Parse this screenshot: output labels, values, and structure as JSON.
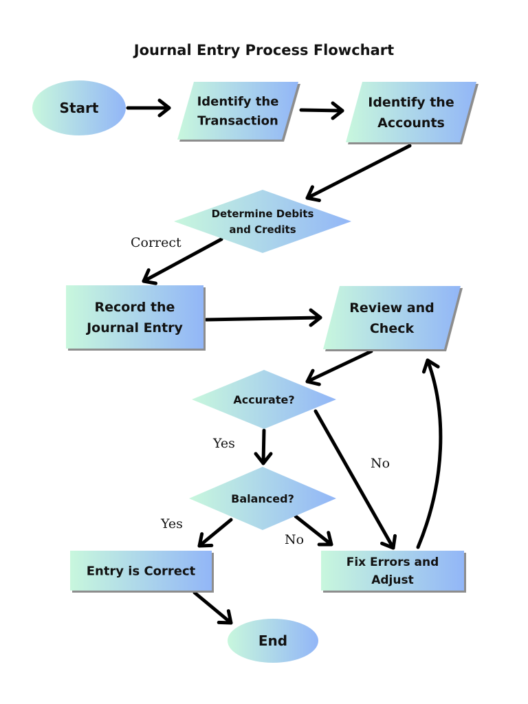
{
  "title": "Journal Entry Process Flowchart",
  "colors": {
    "gradient_start": "#c8f7dd",
    "gradient_end": "#92b6f7",
    "shadow": "#8d8d8d",
    "edge": "#000000"
  },
  "nodes": {
    "start": {
      "shape": "ellipse",
      "lines": [
        "Start"
      ]
    },
    "identify_transaction": {
      "shape": "parallelogram",
      "lines": [
        "Identify the",
        "Transaction"
      ]
    },
    "identify_accounts": {
      "shape": "parallelogram",
      "lines": [
        "Identify the",
        "Accounts"
      ]
    },
    "determine": {
      "shape": "diamond",
      "lines": [
        "Determine Debits",
        "and Credits"
      ]
    },
    "record": {
      "shape": "rectangle",
      "lines": [
        "Record the",
        "Journal Entry"
      ]
    },
    "review": {
      "shape": "parallelogram",
      "lines": [
        "Review and",
        "Check"
      ]
    },
    "accurate": {
      "shape": "diamond",
      "lines": [
        "Accurate?"
      ]
    },
    "balanced": {
      "shape": "diamond",
      "lines": [
        "Balanced?"
      ]
    },
    "entry_correct": {
      "shape": "rectangle",
      "lines": [
        "Entry is Correct"
      ]
    },
    "fix_errors": {
      "shape": "rectangle",
      "lines": [
        "Fix Errors and",
        "Adjust"
      ]
    },
    "end": {
      "shape": "ellipse",
      "lines": [
        "End"
      ]
    }
  },
  "edges": [
    {
      "from": "start",
      "to": "identify_transaction",
      "label": ""
    },
    {
      "from": "identify_transaction",
      "to": "identify_accounts",
      "label": ""
    },
    {
      "from": "identify_accounts",
      "to": "determine",
      "label": ""
    },
    {
      "from": "determine",
      "to": "record",
      "label": "Correct"
    },
    {
      "from": "record",
      "to": "review",
      "label": ""
    },
    {
      "from": "review",
      "to": "accurate",
      "label": ""
    },
    {
      "from": "accurate",
      "to": "balanced",
      "label": "Yes"
    },
    {
      "from": "accurate",
      "to": "fix_errors",
      "label": "No"
    },
    {
      "from": "balanced",
      "to": "entry_correct",
      "label": "Yes"
    },
    {
      "from": "balanced",
      "to": "fix_errors",
      "label": "No"
    },
    {
      "from": "fix_errors",
      "to": "review",
      "label": ""
    },
    {
      "from": "entry_correct",
      "to": "end",
      "label": ""
    }
  ]
}
